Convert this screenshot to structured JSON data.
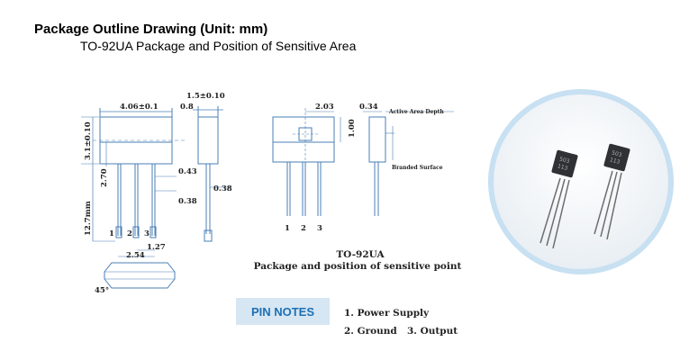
{
  "heading": "Package Outline Drawing (Unit: mm)",
  "subheading": "TO-92UA Package and Position of Sensitive Area",
  "left_drawing": {
    "dims": {
      "width": "4.06±0.1",
      "thickness": "1.5±0.10",
      "thickness_detail": "0.8",
      "body_height": "3.1±0.10",
      "shoulder": "2.70",
      "total_height": "12.7mm",
      "lead_width": "0.43",
      "lead_thickness_a": "0.38",
      "lead_thickness_b": "0.38",
      "pitch": "2.54",
      "half_pitch": "1.27",
      "angle": "45°"
    },
    "pins": [
      "1",
      "2",
      "3"
    ]
  },
  "middle_drawing": {
    "dims": {
      "center_offset": "2.03",
      "depth": "0.34",
      "vertical_offset": "1.00"
    },
    "labels": {
      "active_area": "Active Area Depth",
      "branded": "Branded Surface"
    },
    "pins": [
      "1",
      "2",
      "3"
    ],
    "caption_line1": "TO-92UA",
    "caption_line2": "Package and position of sensitive point"
  },
  "photo": {
    "chip_text": [
      "503",
      "113"
    ]
  },
  "pin_notes": {
    "button": "PIN NOTES",
    "note1": "1. Power Supply",
    "note2": "2. Ground",
    "note3": "3. Output"
  },
  "colors": {
    "drawing_blue": "#4a7fb5",
    "button_bg": "#d6e6f2",
    "button_text": "#1d70b5",
    "circle_border": "#c7e0f2"
  }
}
